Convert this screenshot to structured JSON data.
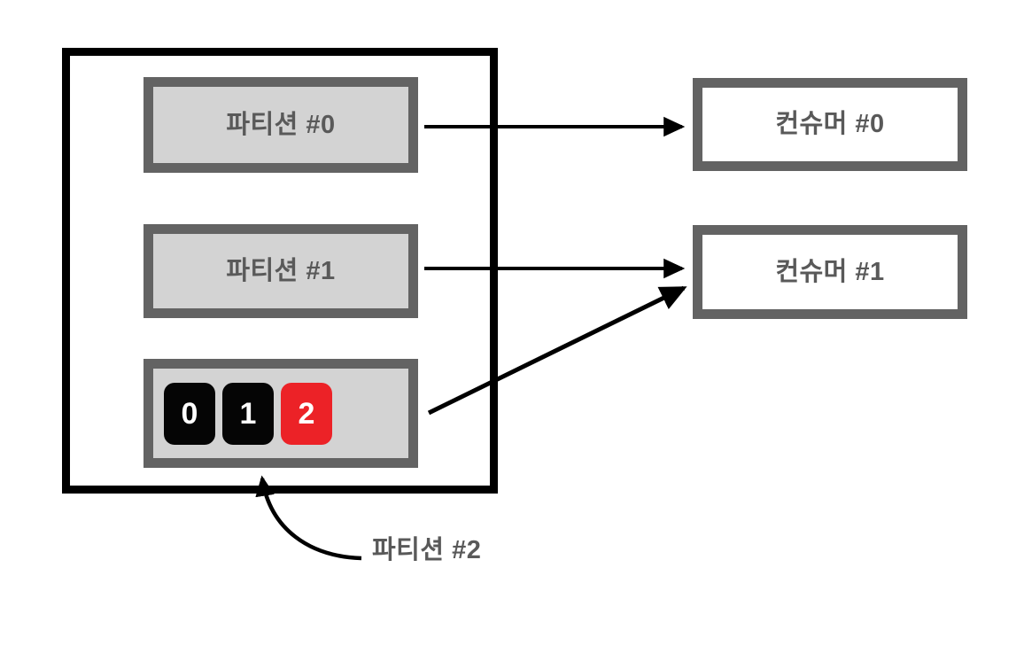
{
  "diagram": {
    "title": "Kafka partition to consumer assignment",
    "colors": {
      "outer_border": "#000000",
      "box_border": "#636363",
      "partition_fill": "#d3d3d3",
      "consumer_fill": "#ffffff",
      "text": "#595959",
      "tile_black": "#050505",
      "tile_red": "#ec2227",
      "tile_text": "#ffffff",
      "arrow": "#000000"
    },
    "broker": {
      "name": "broker-container",
      "label": ""
    },
    "partitions": [
      {
        "id": "partition-0",
        "label": "파티션 #0",
        "has_messages": false,
        "messages": []
      },
      {
        "id": "partition-1",
        "label": "파티션 #1",
        "has_messages": false,
        "messages": []
      },
      {
        "id": "partition-2",
        "label": "파티션 #2",
        "has_messages": true,
        "messages": [
          {
            "value": "0",
            "state": "consumed",
            "color": "#050505"
          },
          {
            "value": "1",
            "state": "consumed",
            "color": "#050505"
          },
          {
            "value": "2",
            "state": "current",
            "color": "#ec2227"
          }
        ]
      }
    ],
    "consumers": [
      {
        "id": "consumer-0",
        "label": "컨슈머 #0"
      },
      {
        "id": "consumer-1",
        "label": "컨슈머 #1"
      }
    ],
    "annotation": {
      "label": "파티션 #2",
      "points_to": "partition-2"
    },
    "connections": [
      {
        "from": "partition-0",
        "to": "consumer-0",
        "style": "straight"
      },
      {
        "from": "partition-1",
        "to": "consumer-1",
        "style": "straight"
      },
      {
        "from": "partition-2",
        "to": "consumer-1",
        "style": "diagonal"
      }
    ]
  }
}
